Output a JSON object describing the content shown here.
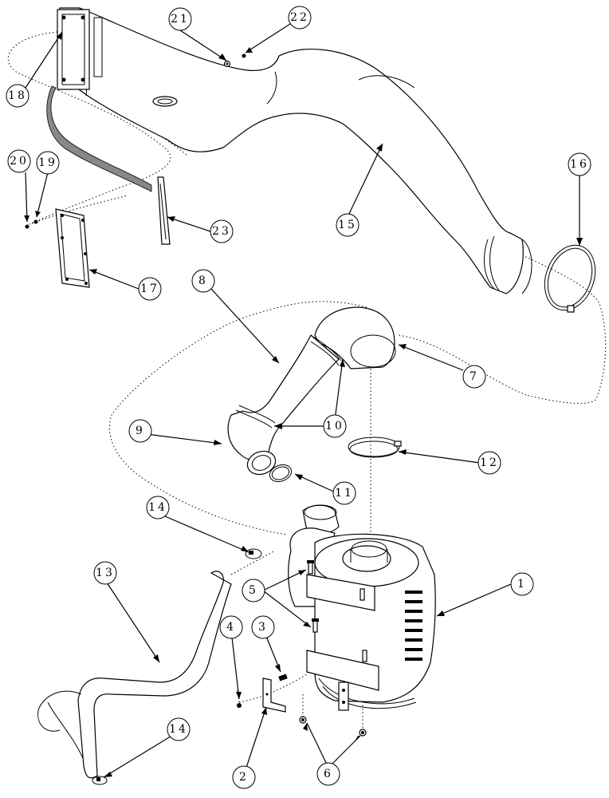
{
  "callouts": {
    "c1": "1",
    "c2": "2",
    "c3": "3",
    "c4": "4",
    "c5": "5",
    "c6": "6",
    "c7": "7",
    "c8": "8",
    "c9": "9",
    "c10": "10",
    "c11": "11",
    "c12": "12",
    "c13": "13",
    "c14a": "14",
    "c14b": "14",
    "c15": "15",
    "c16": "16",
    "c17": "17",
    "c18": "18",
    "c19": "19",
    "c20": "20",
    "c21": "21",
    "c22": "22",
    "c23": "23"
  },
  "colors": {
    "line": "#000000",
    "background": "#ffffff"
  }
}
